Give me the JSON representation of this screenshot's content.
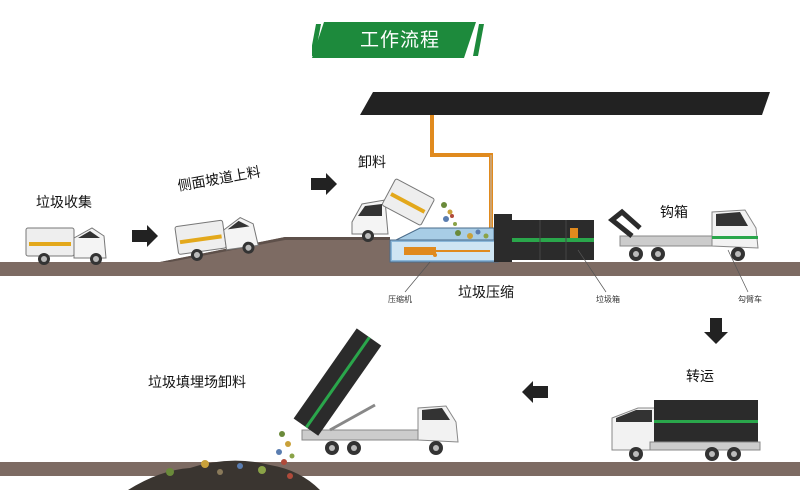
{
  "title": "工作流程",
  "colors": {
    "accent_green": "#1d8a3c",
    "ground": "#7d6b63",
    "truck_white": "#eeeeee",
    "container_dark": "#2b2b2b",
    "stripe_green": "#2aa64b",
    "orange_pipe": "#e08a1e",
    "roof": "#222222"
  },
  "steps": {
    "collect": "垃圾收集",
    "ramp": "侧面坡道上料",
    "unload": "卸料",
    "compress": "垃圾压缩",
    "hook": "钩箱",
    "transport": "转运",
    "landfill": "垃圾填埋场卸料"
  },
  "parts": {
    "compressor": "压缩机",
    "container": "垃圾箱",
    "hook_truck": "勾臂车"
  }
}
